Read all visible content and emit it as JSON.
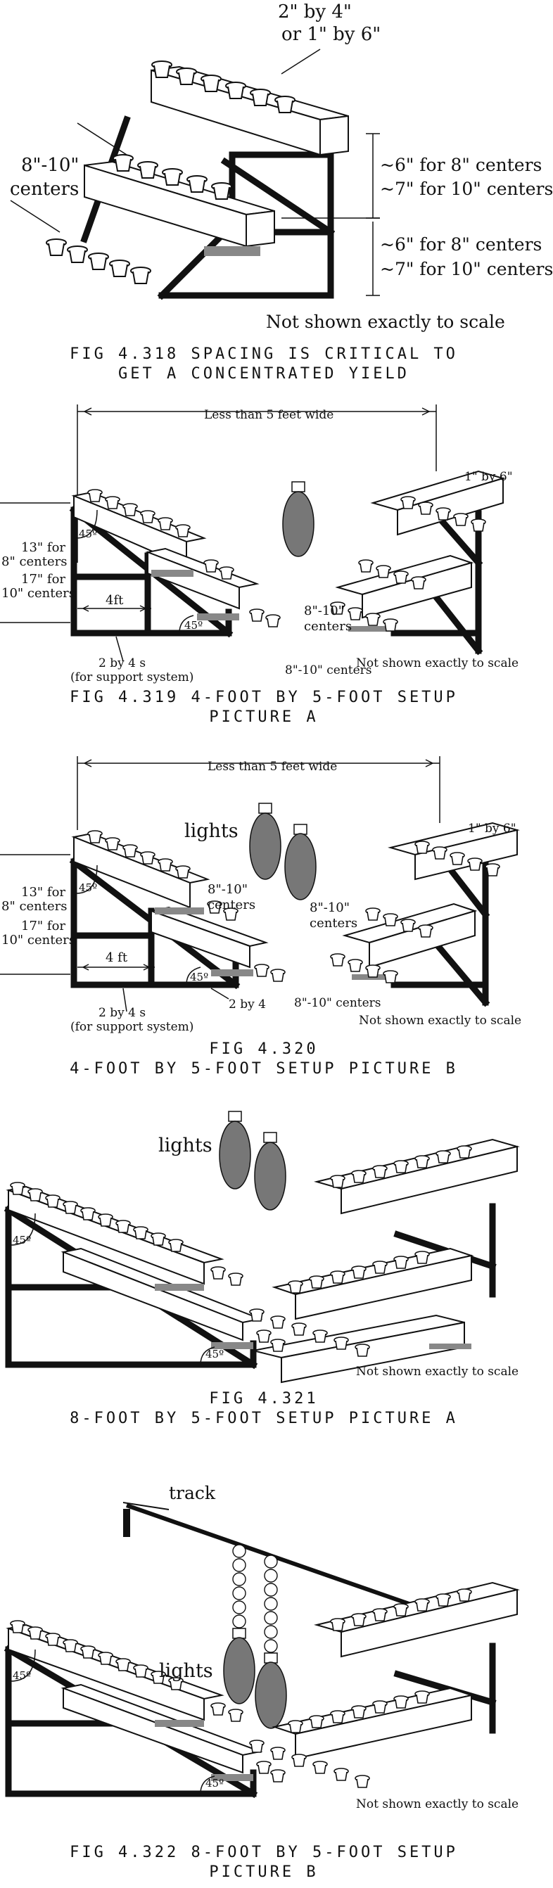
{
  "fig318": {
    "top_lumber": "2\" by 4\"",
    "top_lumber_alt": "or  1\" by 6\"",
    "spacing_line1": "8\"-10\"",
    "spacing_line2": "centers",
    "rise_upper_a": "~6\" for 8\" centers",
    "rise_upper_b": "~7\" for 10\" centers",
    "rise_lower_a": "~6\" for 8\" centers",
    "rise_lower_b": "~7\" for 10\" centers",
    "scale_note": "Not shown exactly to scale",
    "caption_line1": "FIG 4.318 SPACING IS CRITICAL TO",
    "caption_line2": "GET A CONCENTRATED YIELD"
  },
  "fig319": {
    "width_note": "Less than 5 feet wide",
    "top_lumber": "1\" by 6\"",
    "height_8_a": "13\" for",
    "height_8_b": "8\" centers",
    "height_10_a": "17\" for",
    "height_10_b": "10\" centers",
    "angle_upper": "45º",
    "angle_lower": "45º",
    "length": "4ft",
    "support_a": "2 by 4 s",
    "support_b": "(for support system)",
    "center_mid_a": "8\"-10\"",
    "center_mid_b": "centers",
    "center_bottom": "8\"-10\" centers",
    "scale_note": "Not shown exactly to scale",
    "caption_line1": "FIG 4.319 4-FOOT BY 5-FOOT SETUP",
    "caption_line2": "PICTURE A"
  },
  "fig320": {
    "width_note": "Less than 5 feet wide",
    "lights": "lights",
    "top_lumber": "1\" by 6\"",
    "height_8_a": "13\" for",
    "height_8_b": "8\" centers",
    "height_10_a": "17\" for",
    "height_10_b": "10\" centers",
    "angle_upper": "45º",
    "angle_lower": "45º",
    "length": "4 ft",
    "center_left_a": "8\"-10\"",
    "center_left_b": "centers",
    "center_right_a": "8\"-10\"",
    "center_right_b": "centers",
    "lumber_small": "2 by 4",
    "support_a": "2 by 4 s",
    "support_b": "(for support system)",
    "center_bottom": "8\"-10\" centers",
    "scale_note": "Not shown exactly to scale",
    "caption_line1": "FIG 4.320",
    "caption_line2": "4-FOOT BY 5-FOOT SETUP PICTURE B"
  },
  "fig321": {
    "lights": "lights",
    "angle_upper": "45º",
    "angle_lower": "45º",
    "scale_note": "Not shown exactly to scale",
    "caption_line1": "FIG 4.321",
    "caption_line2": "8-FOOT BY 5-FOOT SETUP PICTURE A"
  },
  "fig322": {
    "track": "track",
    "lights": "lights",
    "angle_upper": "45º",
    "angle_lower": "45º",
    "scale_note": "Not shown exactly to scale",
    "caption_line1": "FIG 4.322 8-FOOT BY 5-FOOT SETUP",
    "caption_line2": "PICTURE B"
  },
  "colors": {
    "ink": "#111111",
    "lamp": "#777777",
    "tray": "#888888"
  },
  "icons": [
    "plant-pot-icon",
    "grow-light-icon",
    "track-rail-icon"
  ]
}
